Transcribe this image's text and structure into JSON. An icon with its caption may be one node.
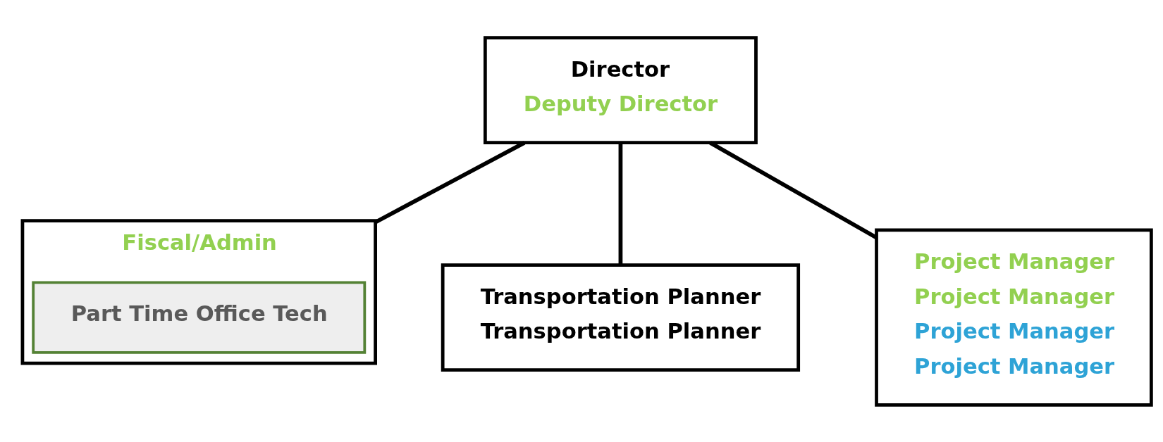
{
  "diagram": {
    "nodes": [
      {
        "text": [
          "Director",
          "Deputy Director"
        ]
      },
      {
        "text": [
          "Fiscal/Admin"
        ]
      },
      {
        "text": [
          "Part Time Office Tech"
        ],
        "in": 1
      },
      {
        "text": [
          "Transportation Planner",
          "Transportation Planner"
        ]
      },
      {
        "text": [
          "Project Manager",
          "Project Manager",
          "Project Manager",
          "Project Manager"
        ]
      }
    ],
    "edges": [
      {
        "from": 0,
        "to": 1,
        "arrow": "none"
      },
      {
        "from": 0,
        "to": 3,
        "arrow": "none"
      },
      {
        "from": 0,
        "to": 4,
        "arrow": "none"
      }
    ]
  }
}
